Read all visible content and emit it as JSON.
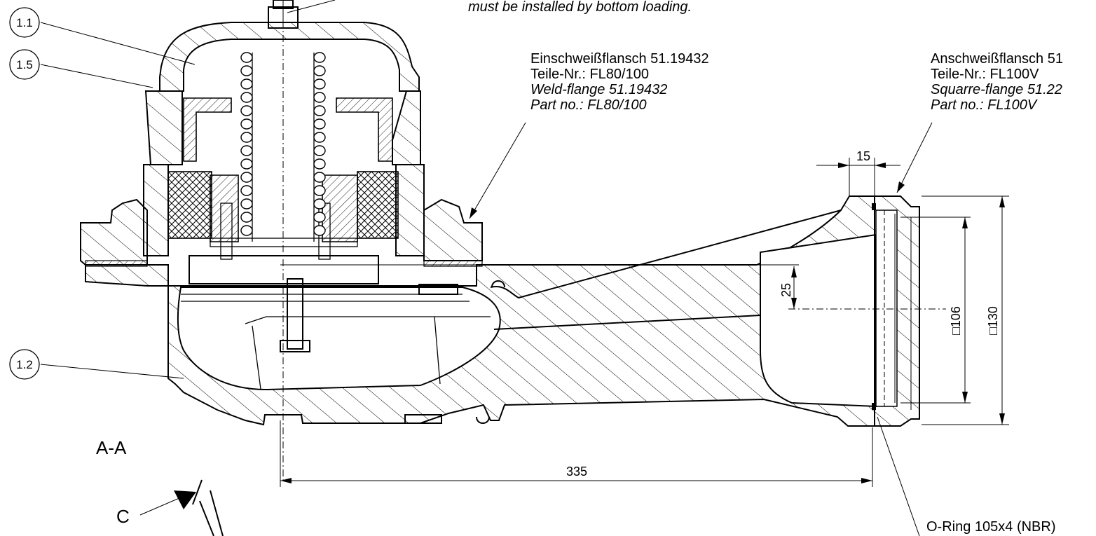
{
  "note": {
    "line1": "must be installed by bottom loading."
  },
  "part_labels": {
    "p11": "1.1",
    "p15": "1.5",
    "p12": "1.2"
  },
  "weld_flange": {
    "line1": "Einschweißflansch 51.19432",
    "line2": "Teile-Nr.: FL80/100",
    "line3": "Weld-flange 51.19432",
    "line4": "Part no.: FL80/100"
  },
  "square_flange": {
    "line1": "Anschweißflansch 51",
    "line2": "Teile-Nr.: FL100V",
    "line3": "Squarre-flange 51.22",
    "line4": "Part no.: FL100V"
  },
  "dimensions": {
    "d15": "15",
    "d25": "25",
    "d106": "□106",
    "d130": "□130",
    "d335": "335"
  },
  "section_label": "A-A",
  "view_label": "C",
  "oring_label": "O-Ring 105x4 (NBR)"
}
